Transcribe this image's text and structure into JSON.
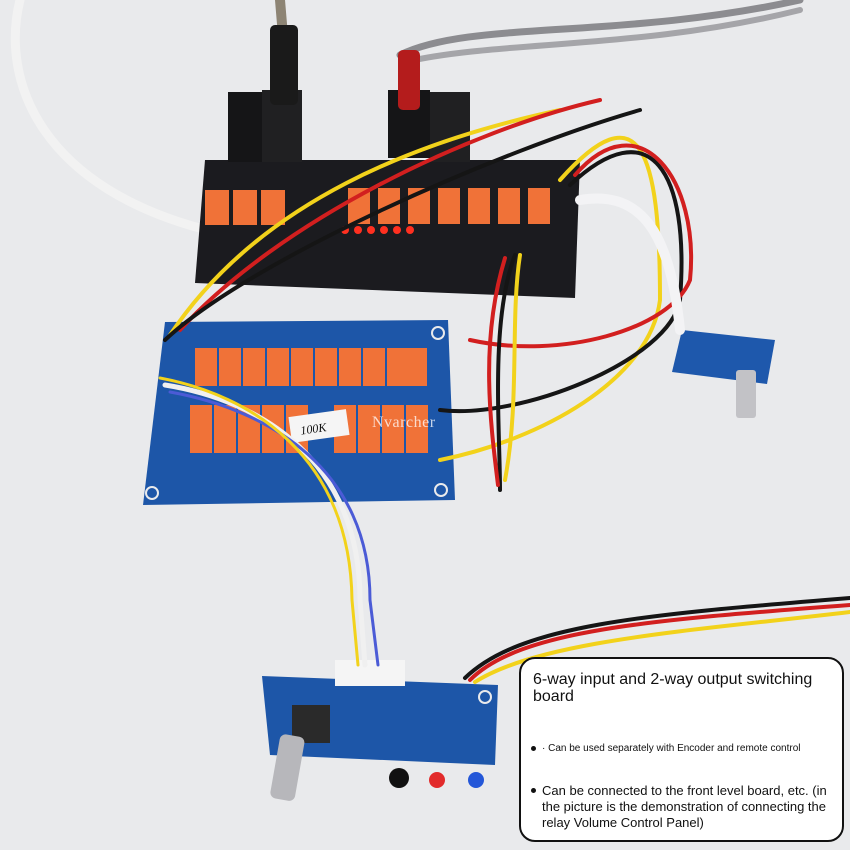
{
  "watermark": "Nvarcher",
  "pot_label": "100K",
  "callout": {
    "title": "6-way input and 2-way output switching board",
    "bullets": [
      "· Can be used separately with Encoder and remote control",
      "Can be connected to the front level board, etc. (in the picture is the demonstration of connecting the relay Volume Control Panel)"
    ]
  },
  "colors": {
    "background": "#e9eaec",
    "pcb_black": "#1b1b1f",
    "pcb_blue": "#1d56a8",
    "relay_orange": "#f07238",
    "wire_red": "#d21f1f",
    "wire_yellow": "#f2d21b",
    "wire_black": "#151515"
  }
}
